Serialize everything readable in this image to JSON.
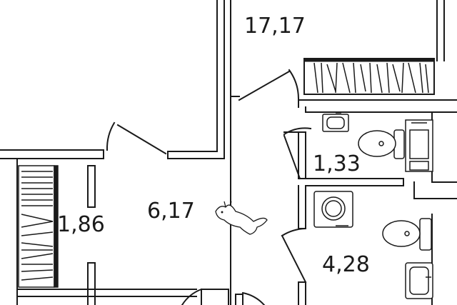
{
  "floor_plan": {
    "rooms": [
      {
        "id": "room",
        "area": "17,17"
      },
      {
        "id": "toilet",
        "area": "1,33"
      },
      {
        "id": "hall",
        "area": "6,17"
      },
      {
        "id": "wardrobe",
        "area": "1,86"
      },
      {
        "id": "bathroom",
        "area": "4,28"
      }
    ],
    "pet_icon": "cat-icon"
  },
  "colors": {
    "wall": "#1a1a1a",
    "fixture_fill": "#ffffff",
    "background": "#ffffff"
  }
}
